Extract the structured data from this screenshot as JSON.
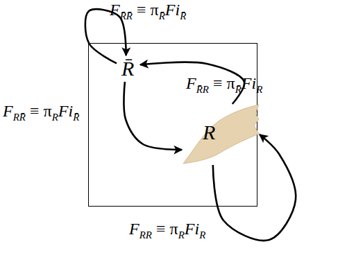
{
  "diagram": {
    "nodes": [
      {
        "text": [
          "R̄"
        ]
      },
      {
        "text": [
          "R"
        ]
      }
    ],
    "edges": [
      {
        "from": 0,
        "to": 0,
        "arrow": "to",
        "label": "FR̄R̄ ≡ πR̄FiR̄"
      },
      {
        "from": 1,
        "to": 0,
        "arrow": "to",
        "label": "FR̄R ≡ πR̄FiR"
      },
      {
        "from": 0,
        "to": 1,
        "arrow": "to",
        "label": "FRR̄ ≡ πRFiR̄"
      },
      {
        "from": 1,
        "to": 1,
        "arrow": "to",
        "label": "FRR ≡ πRFiR"
      }
    ]
  }
}
